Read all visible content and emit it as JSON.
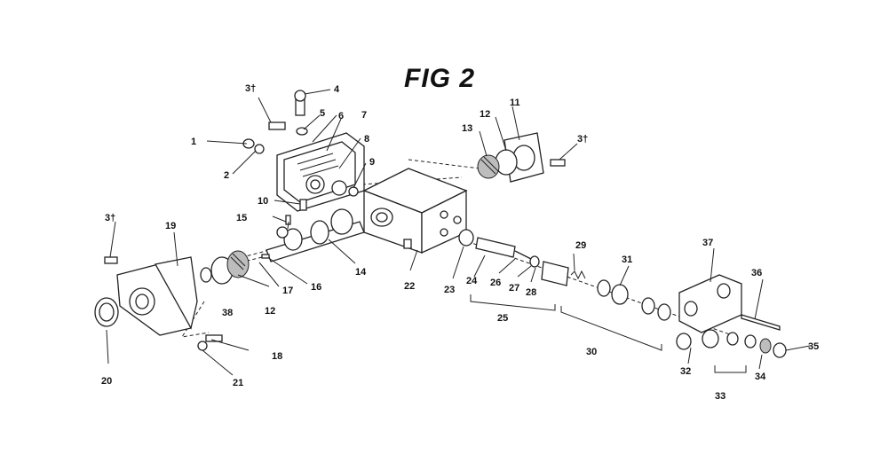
{
  "figure": {
    "title": "FIG 2"
  },
  "callouts": [
    {
      "id": "c1",
      "text": "1"
    },
    {
      "id": "c2",
      "text": "2"
    },
    {
      "id": "c3a",
      "text": "3†"
    },
    {
      "id": "c4",
      "text": "4"
    },
    {
      "id": "c5",
      "text": "5"
    },
    {
      "id": "c6",
      "text": "6"
    },
    {
      "id": "c7",
      "text": "7"
    },
    {
      "id": "c8",
      "text": "8"
    },
    {
      "id": "c9",
      "text": "9"
    },
    {
      "id": "c10",
      "text": "10"
    },
    {
      "id": "c11",
      "text": "11"
    },
    {
      "id": "c12a",
      "text": "12"
    },
    {
      "id": "c13",
      "text": "13"
    },
    {
      "id": "c3b",
      "text": "3†"
    },
    {
      "id": "c3c",
      "text": "3†"
    },
    {
      "id": "c14",
      "text": "14"
    },
    {
      "id": "c15",
      "text": "15"
    },
    {
      "id": "c16",
      "text": "16"
    },
    {
      "id": "c17",
      "text": "17"
    },
    {
      "id": "c12b",
      "text": "12"
    },
    {
      "id": "c18",
      "text": "18"
    },
    {
      "id": "c19",
      "text": "19"
    },
    {
      "id": "c20",
      "text": "20"
    },
    {
      "id": "c21",
      "text": "21"
    },
    {
      "id": "c22",
      "text": "22"
    },
    {
      "id": "c23",
      "text": "23"
    },
    {
      "id": "c24",
      "text": "24"
    },
    {
      "id": "c25",
      "text": "25"
    },
    {
      "id": "c26",
      "text": "26"
    },
    {
      "id": "c27",
      "text": "27"
    },
    {
      "id": "c28",
      "text": "28"
    },
    {
      "id": "c29",
      "text": "29"
    },
    {
      "id": "c30",
      "text": "30"
    },
    {
      "id": "c31",
      "text": "31"
    },
    {
      "id": "c32",
      "text": "32"
    },
    {
      "id": "c33",
      "text": "33"
    },
    {
      "id": "c34",
      "text": "34"
    },
    {
      "id": "c35",
      "text": "35"
    },
    {
      "id": "c36",
      "text": "36"
    },
    {
      "id": "c37",
      "text": "37"
    },
    {
      "id": "c38",
      "text": "38"
    }
  ]
}
